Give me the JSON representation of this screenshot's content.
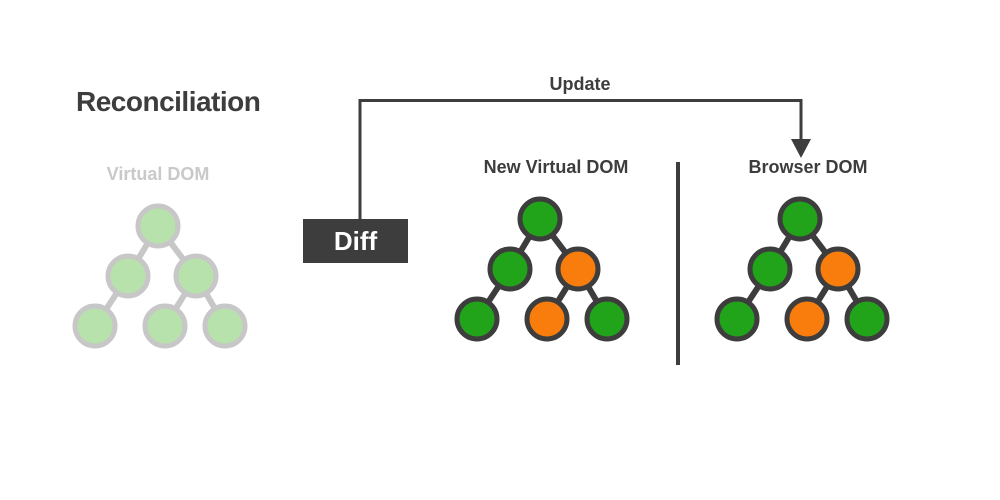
{
  "title": "Reconciliation",
  "update_label": "Update",
  "diff_label": "Diff",
  "colors": {
    "background": "#ffffff",
    "text_dark": "#3d3d3d",
    "faded_text": "#c9c9c9",
    "connector_line": "#3d3d3d",
    "diff_box_bg": "#3d3d3d",
    "diff_box_text": "#ffffff",
    "node_green": "#22a41a",
    "node_orange": "#f97d0d",
    "node_outline": "#3d3d3d",
    "faded_node_fill": "#b8e2ab",
    "faded_node_outline": "#c7c7c7"
  },
  "tree_structure": {
    "node_count": 6,
    "node_order": [
      "root",
      "level2-left",
      "level2-right",
      "level3-left",
      "level3-middle",
      "level3-right"
    ],
    "edges": [
      [
        0,
        1
      ],
      [
        0,
        2
      ],
      [
        1,
        3
      ],
      [
        2,
        4
      ],
      [
        2,
        5
      ]
    ]
  },
  "trees": [
    {
      "id": "virtual-dom",
      "label": "Virtual DOM",
      "faded": true,
      "node_colors": [
        "green",
        "green",
        "green",
        "green",
        "green",
        "green"
      ]
    },
    {
      "id": "new-virtual-dom",
      "label": "New Virtual DOM",
      "faded": false,
      "node_colors": [
        "green",
        "green",
        "orange",
        "green",
        "orange",
        "green"
      ]
    },
    {
      "id": "browser-dom",
      "label": "Browser DOM",
      "faded": false,
      "node_colors": [
        "green",
        "green",
        "orange",
        "green",
        "orange",
        "green"
      ]
    }
  ]
}
